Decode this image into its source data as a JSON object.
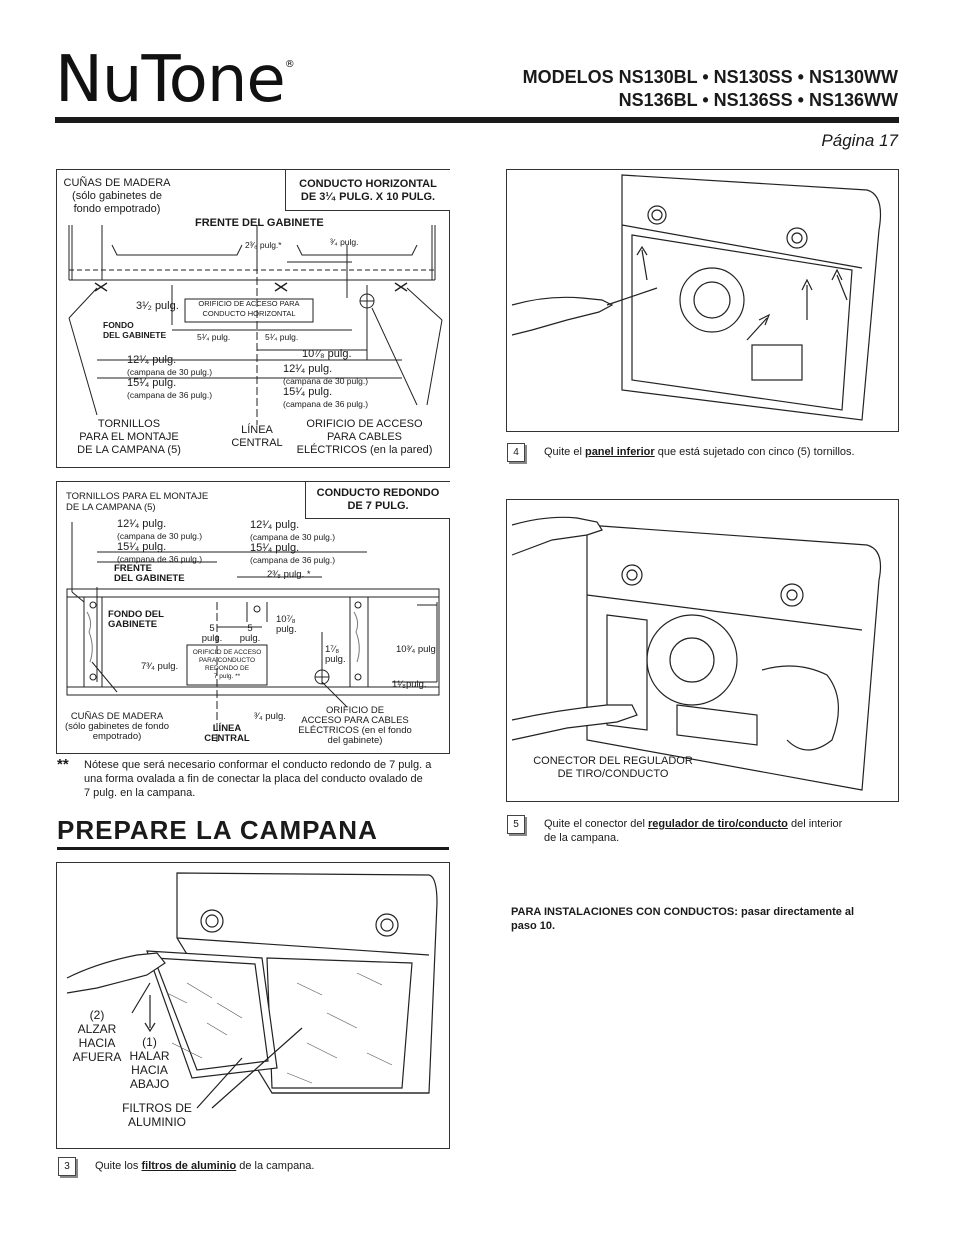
{
  "header": {
    "brand": "NuTone",
    "trademark": "®",
    "models_line1": "MODELOS NS130BL • NS130SS • NS130WW",
    "models_line2": "NS136BL • NS136SS • NS136WW",
    "page_label": "Página 17"
  },
  "diagram1": {
    "title_line1": "CONDUCTO HORIZONTAL",
    "title_line2": "DE 3¹⁄₄ PULG. X 10 PULG.",
    "wood_wedges_1": "CUÑAS DE MADERA",
    "wood_wedges_2": "(sólo gabinetes de",
    "wood_wedges_3": "fondo empotrado)",
    "cabinet_front": "FRENTE DEL GABINETE",
    "dim_2_3_8": "2³⁄₈ pulg.*",
    "dim_3_4": "³⁄₄ pulg.",
    "dim_3_1_2": "3¹⁄₂ pulg.",
    "access_hole_1": "ORIFICIO DE ACCESO PARA",
    "access_hole_2": "CONDUCTO HORIZONTAL",
    "cabinet_bottom_1": "FONDO",
    "cabinet_bottom_2": "DEL GABINETE",
    "dim_5_1_4_a": "5¹⁄₄ pulg.",
    "dim_5_1_4_b": "5¹⁄₄ pulg.",
    "dim_10_7_8": "10⁷⁄₈ pulg.",
    "dim_12_1_4_a": "12¹⁄₄ pulg.",
    "hood30_a": "(campana de 30 pulg.)",
    "dim_15_1_4_a": "15¹⁄₄ pulg.",
    "hood36_a": "(campana de 36 pulg.)",
    "dim_12_1_4_b": "12¹⁄₄ pulg.",
    "hood30_b": "(campana de 30 pulg.)",
    "dim_15_1_4_b": "15¹⁄₄ pulg.",
    "hood36_b": "(campana de 36 pulg.)",
    "screws_1": "TORNILLOS",
    "screws_2": "PARA EL MONTAJE",
    "screws_3": "DE LA CAMPANA (5)",
    "centerline_1": "LÍNEA",
    "centerline_2": "CENTRAL",
    "wire_hole_1": "ORIFICIO DE ACCESO",
    "wire_hole_2": "PARA CABLES",
    "wire_hole_3": "ELÉCTRICOS (en la pared)"
  },
  "diagram2": {
    "title_line1": "CONDUCTO REDONDO",
    "title_line2": "DE 7 PULG.",
    "screws_1": "TORNILLOS PARA EL MONTAJE",
    "screws_2": "DE LA CAMPANA (5)",
    "dim_12_1_4_a": "12¹⁄₄ pulg.",
    "hood30_a": "(campana de 30 pulg.)",
    "dim_15_1_4_a": "15¹⁄₄ pulg.",
    "hood36_a": "(campana de 36 pulg.)",
    "dim_12_1_4_b": "12¹⁄₄ pulg.",
    "hood30_b": "(campana de 30 pulg.)",
    "dim_15_1_4_b": "15¹⁄₄ pulg.",
    "hood36_b": "(campana de 36 pulg.)",
    "cabinet_front_1": "FRENTE",
    "cabinet_front_2": "DEL GABINETE",
    "dim_2_3_8": "2³⁄₈ pulg.",
    "star": "*",
    "cabinet_bottom_1": "FONDO DEL",
    "cabinet_bottom_2": "GABINETE",
    "dim_5_a_1": "5",
    "dim_5_a_2": "pulg.",
    "dim_5_b_1": "5",
    "dim_5_b_2": "pulg.",
    "dim_10_7_8_1": "10⁷⁄₈",
    "dim_10_7_8_2": "pulg.",
    "dim_7_3_4": "7³⁄₄ pulg.",
    "access_1": "ORIFICIO DE ACCESO",
    "access_2": "PARA CONDUCTO",
    "access_3": "REDONDO DE",
    "access_4": "7 pulg.",
    "access_stars": "**",
    "dim_1_7_8_1": "1⁷⁄₈",
    "dim_1_7_8_2": "pulg.",
    "dim_10_3_4": "10³⁄₄ pulg",
    "dim_1_1_8": "1¹⁄₈pulg.",
    "wedges_1": "CUÑAS DE MADERA",
    "wedges_2": "(sólo gabinetes de fondo",
    "wedges_3": "empotrado)",
    "dim_3_4": "³⁄₄ pulg.",
    "centerline_1": "LÍNEA",
    "centerline_2": "CENTRAL",
    "wire_1": "ORIFICIO DE",
    "wire_2": "ACCESO PARA CABLES",
    "wire_3": "ELÉCTRICOS (en el fondo",
    "wire_4": "del gabinete)"
  },
  "footnote": {
    "marker": "**",
    "line1": "Nótese que será necesario conformar el conducto redondo de 7 pulg. a",
    "line2": "una forma ovalada a fin de conectar la placa del conducto ovalado de",
    "line3": "7 pulg. en la campana."
  },
  "section": {
    "title": "PREPARE LA CAMPANA"
  },
  "figure3": {
    "lift_1": "(2)",
    "lift_2": "ALZAR",
    "lift_3": "HACIA",
    "lift_4": "AFUERA",
    "pull_1": "(1)",
    "pull_2": "HALAR",
    "pull_3": "HACIA",
    "pull_4": "ABAJO",
    "filters_1": "FILTROS DE",
    "filters_2": "ALUMINIO"
  },
  "figure5": {
    "connector_1": "CONECTOR DEL REGULADOR",
    "connector_2": "DE TIRO/CONDUCTO"
  },
  "steps": {
    "s3_num": "3",
    "s3_pre": "Quite los ",
    "s3_bold": "filtros de aluminio",
    "s3_post": " de la campana.",
    "s4_num": "4",
    "s4_pre": "Quite el ",
    "s4_bold": "panel inferior",
    "s4_post": " que está sujetado con cinco (5) tornillos.",
    "s5_num": "5",
    "s5_pre": "Quite el conector del ",
    "s5_bold": "regulador de tiro/conducto",
    "s5_post": " del interior",
    "s5_line2": "de la campana."
  },
  "note": {
    "line1": "PARA INSTALACIONES CON CONDUCTOS: pasar directamente al",
    "line2": "paso 10."
  }
}
